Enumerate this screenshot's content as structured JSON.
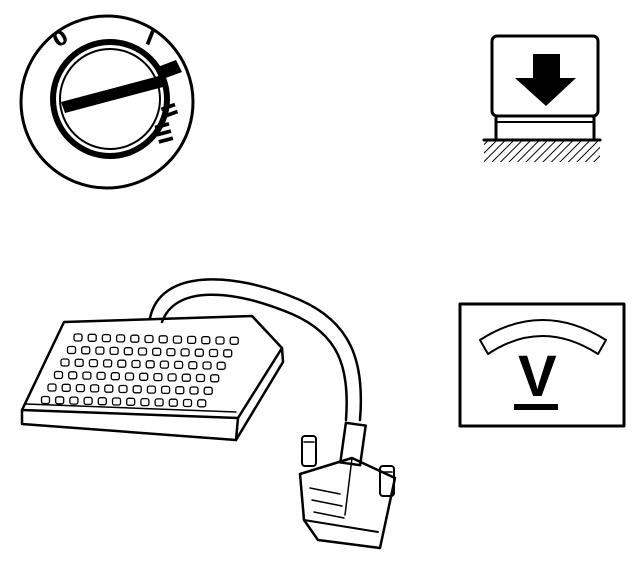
{
  "ignition": {
    "positions": [
      "0",
      "I",
      "II",
      "III"
    ]
  },
  "voltmeter": {
    "unit_symbol": "V"
  },
  "colors": {
    "ink": "#000000",
    "paper": "#ffffff"
  },
  "icons": [
    "ignition-switch-icon",
    "press-down-icon",
    "breakout-box-icon",
    "voltmeter-icon"
  ]
}
